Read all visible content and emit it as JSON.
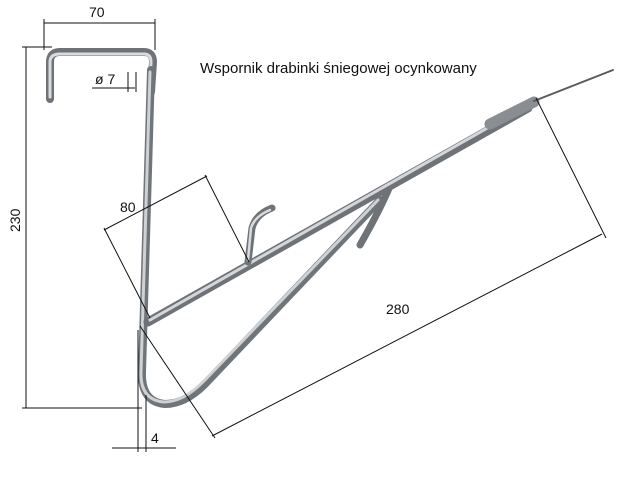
{
  "title": "Wspornik drabinki śniegowej ocynkowany",
  "dimensions": {
    "width_top": "70",
    "diameter": "ø 7",
    "height": "230",
    "arm_offset": "80",
    "arm_length": "280",
    "thickness": "4"
  },
  "colors": {
    "steel_dark": "#6f7378",
    "steel_mid": "#a3a7ab",
    "steel_light": "#d9dcdf",
    "dimension_line": "#111111"
  }
}
